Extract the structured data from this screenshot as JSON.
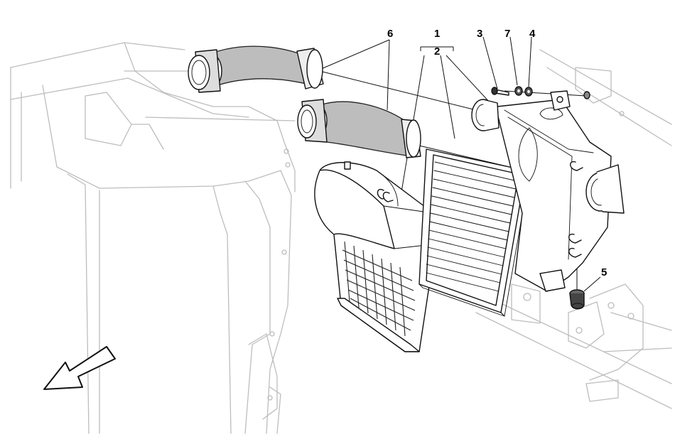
{
  "diagram": {
    "callouts": [
      {
        "id": "1",
        "text": "1"
      },
      {
        "id": "2",
        "text": "2"
      },
      {
        "id": "3",
        "text": "3"
      },
      {
        "id": "4",
        "text": "4"
      },
      {
        "id": "5",
        "text": "5"
      },
      {
        "id": "6",
        "text": "6"
      },
      {
        "id": "7",
        "text": "7"
      }
    ],
    "icons": {
      "direction_arrow": "front-direction-arrow-icon"
    },
    "colors": {
      "line": "#111111",
      "background_structure": "#bdbdbd",
      "hose_fill": "#bdbdbd"
    }
  }
}
